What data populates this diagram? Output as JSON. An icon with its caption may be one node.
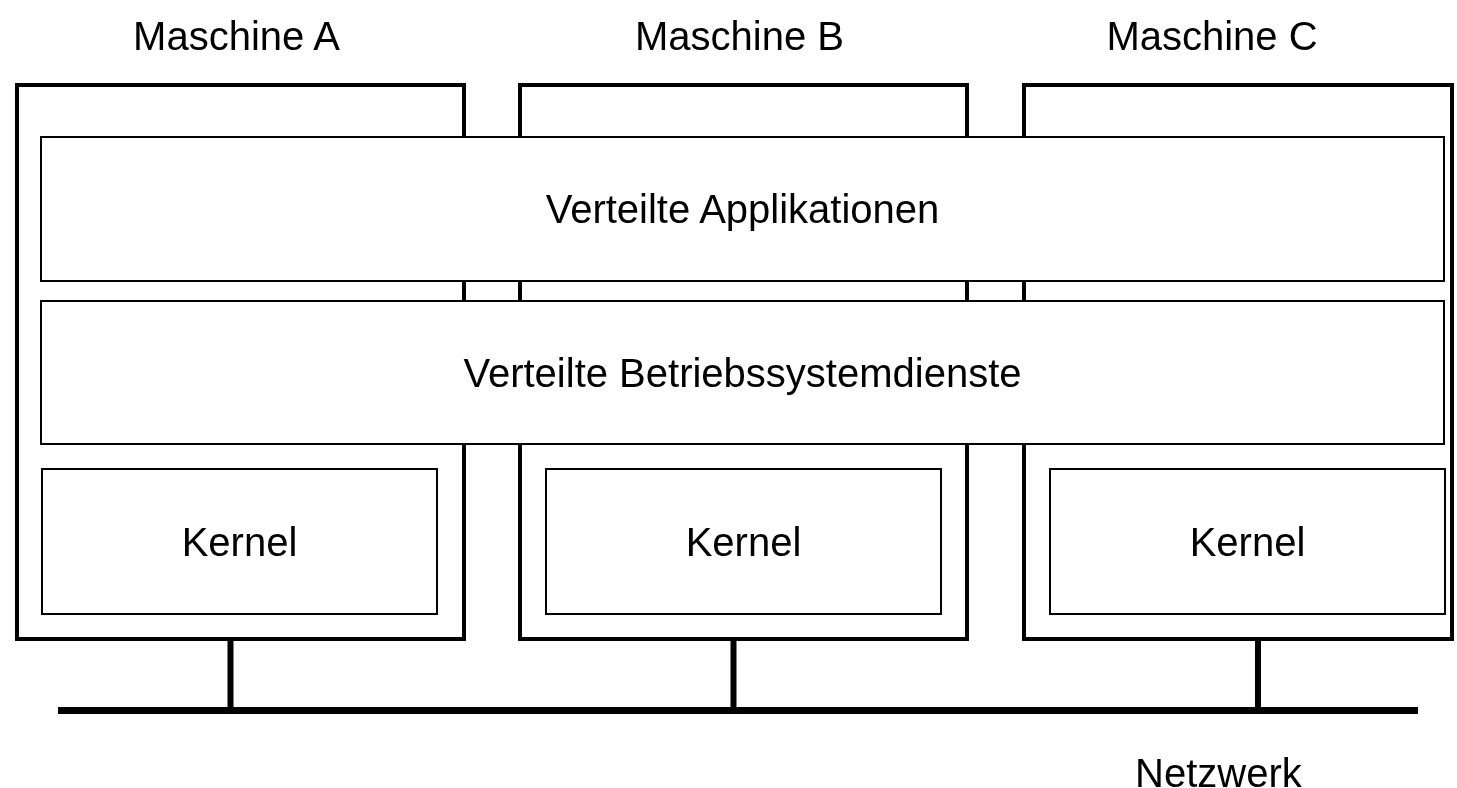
{
  "diagram": {
    "nodes": [
      {
        "text": [
          "Maschine A"
        ]
      },
      {
        "text": [
          "Maschine B"
        ]
      },
      {
        "text": [
          "Maschine C"
        ]
      },
      {
        "text": [
          "Verteilte Applikationen"
        ]
      },
      {
        "text": [
          "Verteilte Betriebssystemdienste"
        ]
      },
      {
        "text": [
          "Kernel"
        ],
        "in": 0
      },
      {
        "text": [
          "Kernel"
        ],
        "in": 1
      },
      {
        "text": [
          "Kernel"
        ],
        "in": 2
      },
      {
        "text": [
          "Netzwerk"
        ]
      }
    ],
    "edges": [
      {
        "from": 0,
        "to": 8,
        "arrow": "none"
      },
      {
        "from": 1,
        "to": 8,
        "arrow": "none"
      },
      {
        "from": 2,
        "to": 8,
        "arrow": "none"
      }
    ]
  }
}
